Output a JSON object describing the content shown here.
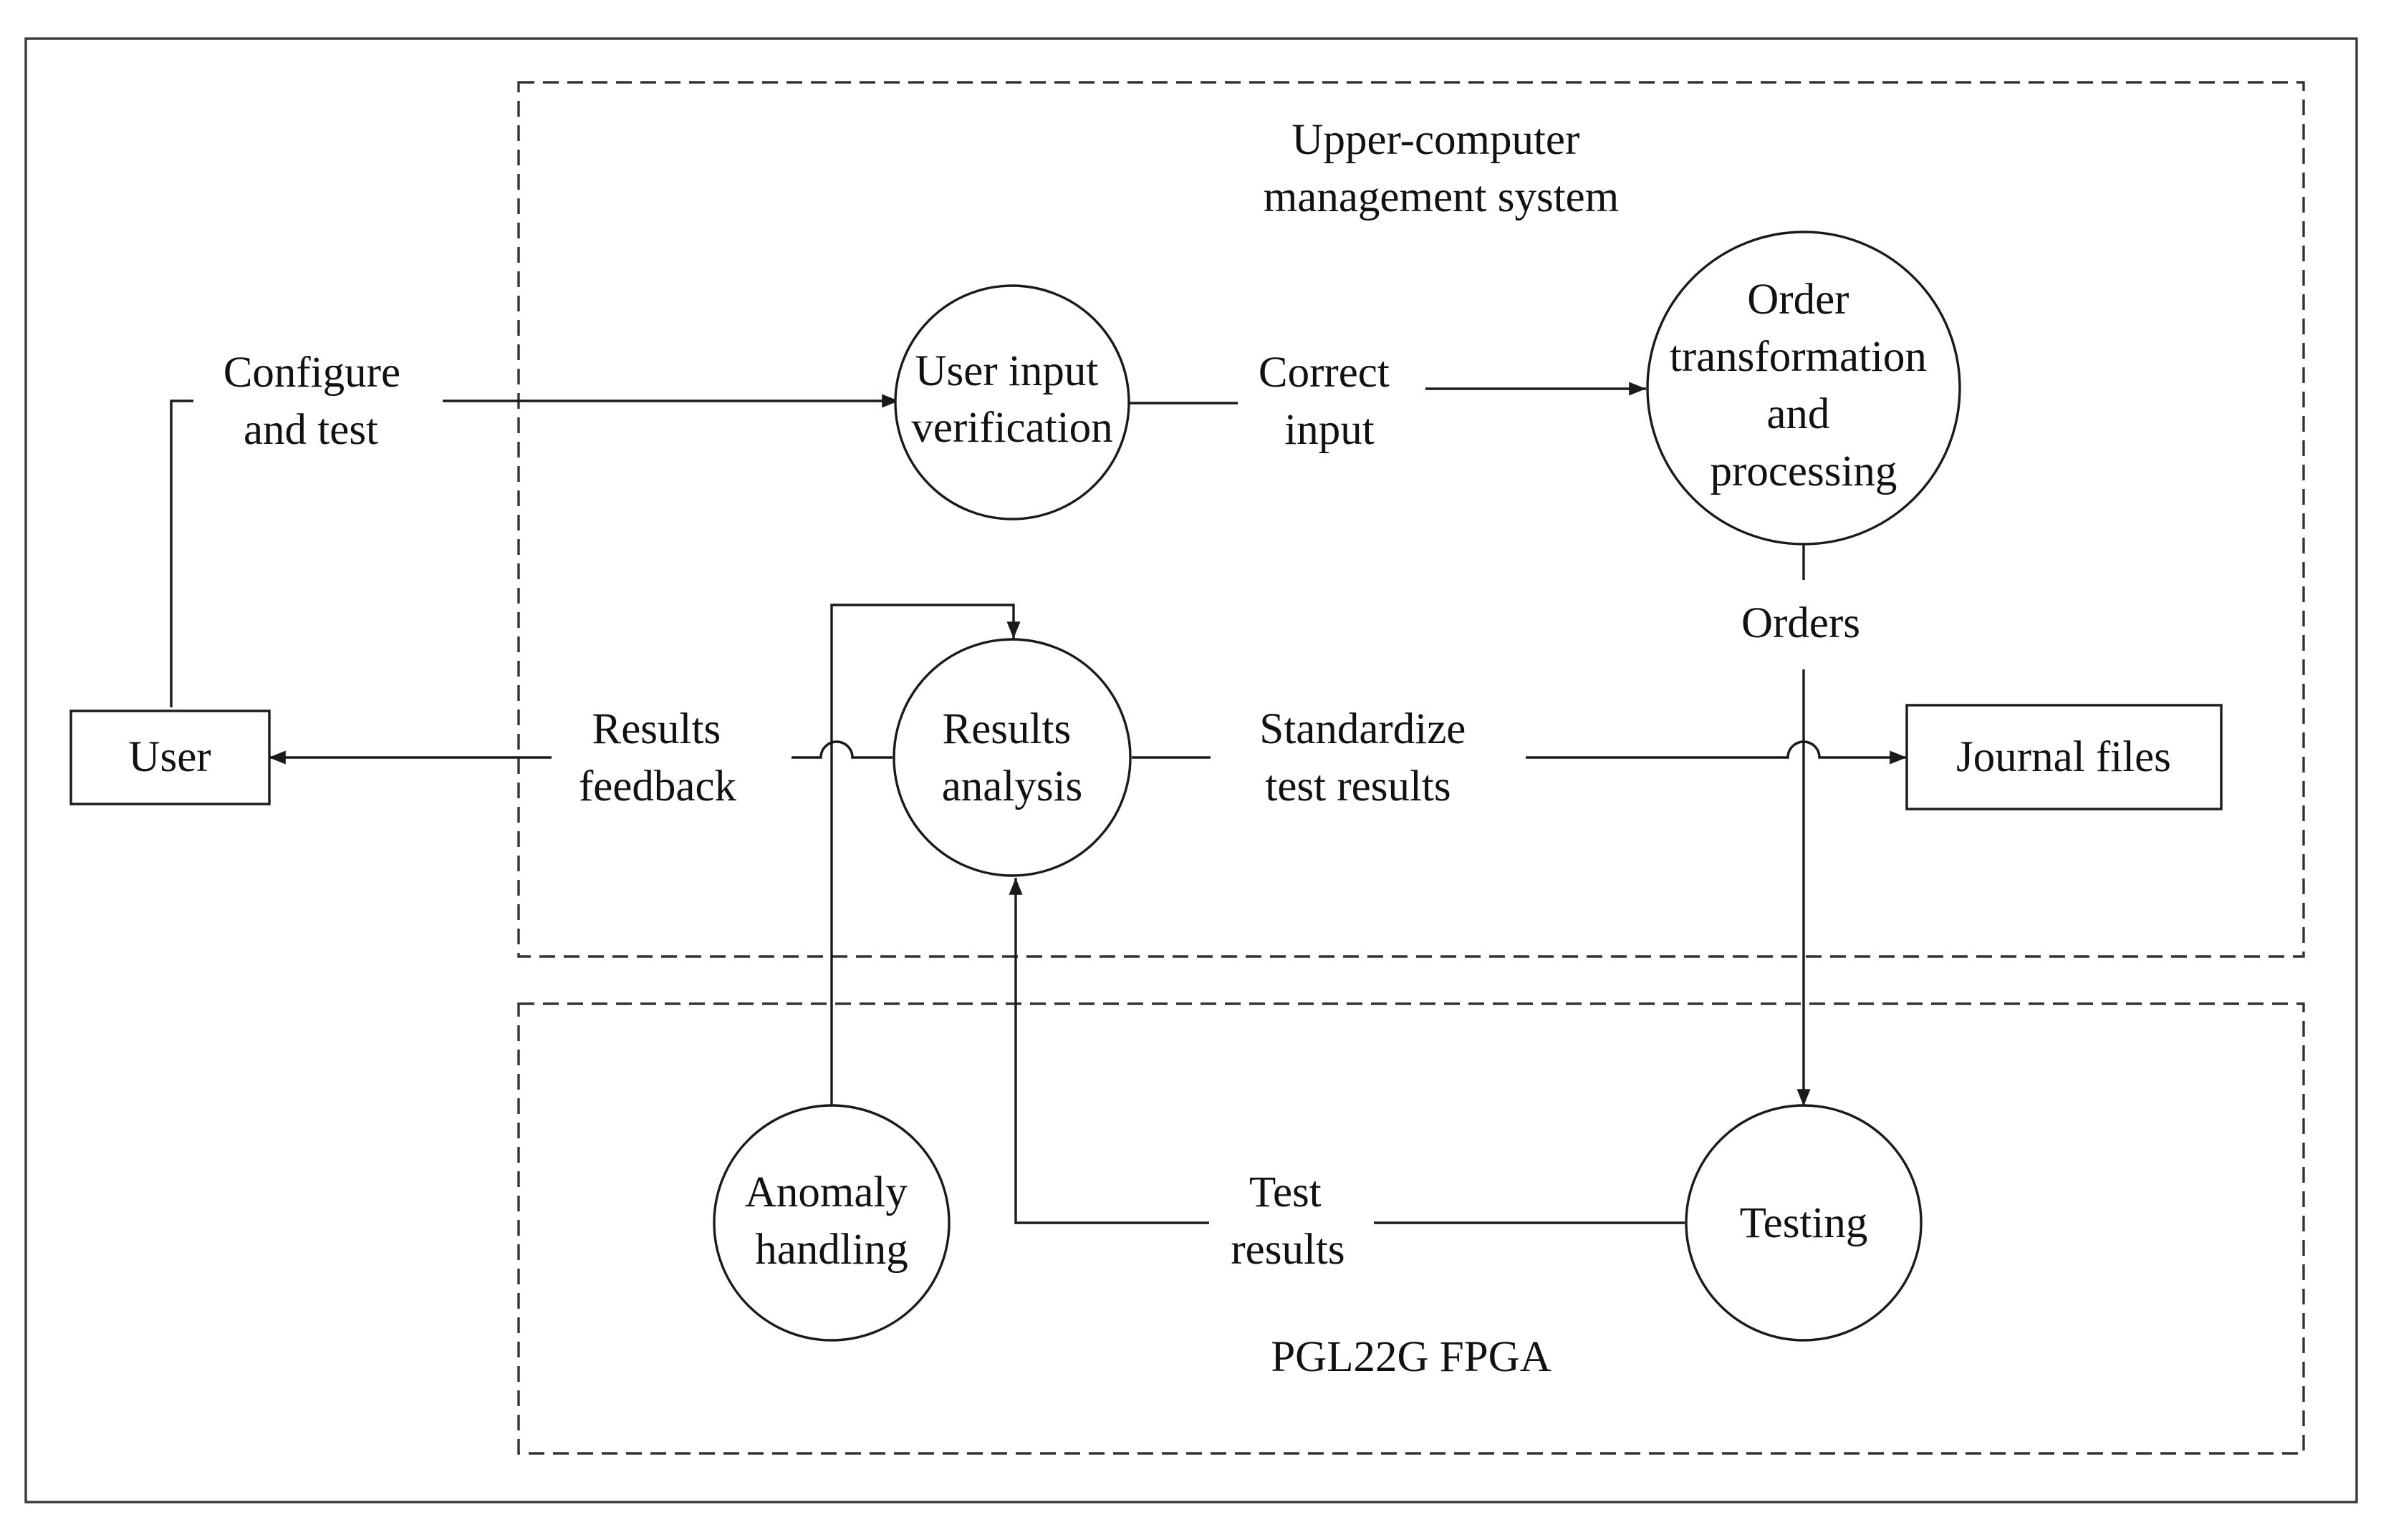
{
  "regions": {
    "upper": [
      "Upper-computer",
      "management system"
    ],
    "fpga": [
      "PGL22G FPGA"
    ]
  },
  "entities": {
    "user": [
      "User"
    ],
    "journal": [
      "Journal files"
    ]
  },
  "processes": {
    "verification": [
      "User input",
      "verification"
    ],
    "transformation": [
      "Order",
      "transformation",
      "and",
      "processing"
    ],
    "analysis": [
      "Results",
      "analysis"
    ],
    "anomaly": [
      "Anomaly",
      "handling"
    ],
    "testing": [
      "Testing"
    ]
  },
  "flows": {
    "configure": [
      "Configure",
      "and test"
    ],
    "correct": [
      "Correct",
      "input"
    ],
    "orders": [
      "Orders"
    ],
    "feedback": [
      "Results",
      "feedback"
    ],
    "standardize": [
      "Standardize",
      "test results"
    ],
    "test_results": [
      "Test",
      "results"
    ]
  },
  "colors": {
    "line": "#1a1a1a",
    "text": "#111111",
    "background": "#ffffff"
  }
}
